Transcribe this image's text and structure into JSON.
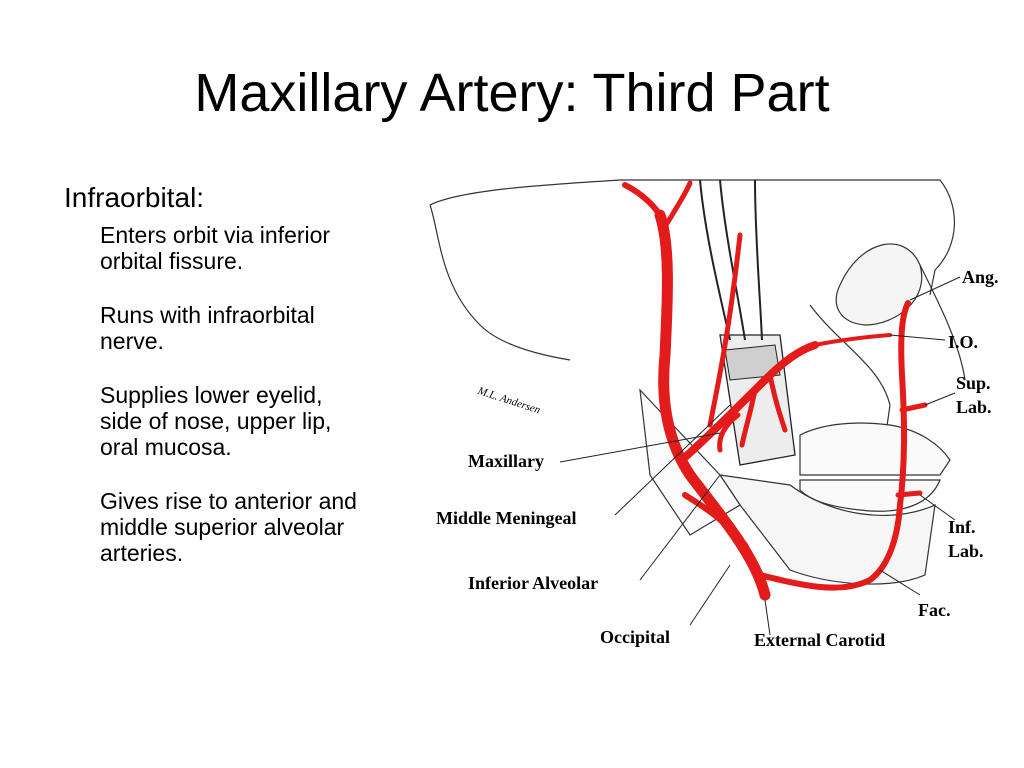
{
  "slide": {
    "title": "Maxillary Artery: Third Part"
  },
  "text": {
    "heading": "Infraorbital:",
    "points": [
      "Enters orbit via inferior orbital fissure.",
      "Runs with infraorbital nerve.",
      "Supplies lower eyelid, side of nose, upper lip, oral mucosa.",
      "Gives rise to anterior and middle superior alveolar arteries."
    ]
  },
  "figure": {
    "signature": "M.L. Andersen",
    "labels": {
      "ang": "Ang.",
      "io": "I.O.",
      "sup_lab_1": "Sup.",
      "sup_lab_2": "Lab.",
      "maxillary": "Maxillary",
      "middle_meningeal": "Middle Meningeal",
      "inf_lab_1": "Inf.",
      "inf_lab_2": "Lab.",
      "inferior_alveolar": "Inferior Alveolar",
      "fac": "Fac.",
      "occipital": "Occipital",
      "external_carotid": "External Carotid"
    },
    "colors": {
      "artery": "#e31b1b",
      "outline": "#333333"
    }
  }
}
